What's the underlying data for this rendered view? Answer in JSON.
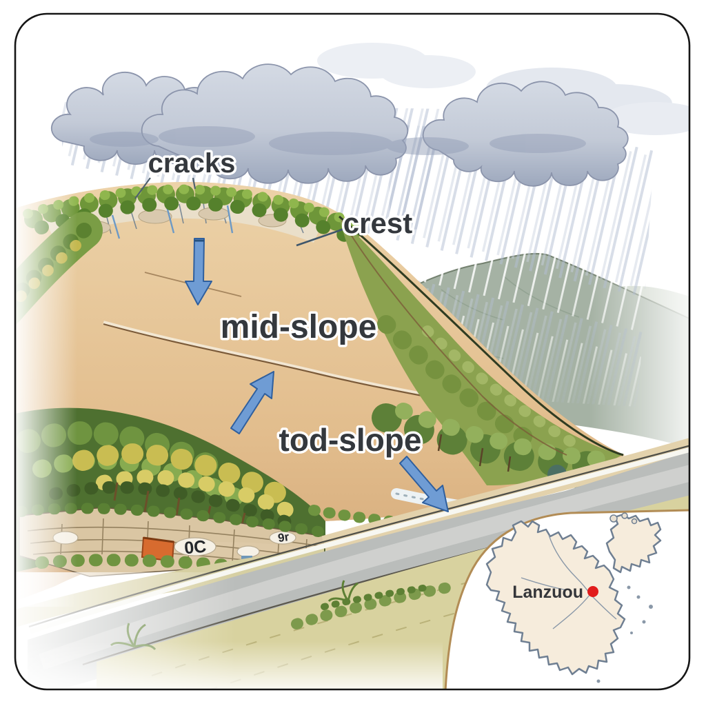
{
  "labels": {
    "cracks": "cracks",
    "crest": "crest",
    "mid_slope": "mid-slope",
    "toe_slope": "tod-slope"
  },
  "graffiti": {
    "mark_left": "0C",
    "mark_right": "9r"
  },
  "inset_map": {
    "place_label": "Lanzuou",
    "marker_color": "#e11c1c"
  },
  "icons": {
    "cloud": "rain-cloud-icon",
    "rain": "rain-streaks-icon",
    "arrow_down": "downslope-arrow-icon",
    "arrow_up": "upslope-arrow-icon",
    "arrow_toe": "toeslope-arrow-icon",
    "map_marker": "red-dot-marker-icon"
  },
  "palette": {
    "label_color": "#34383d",
    "arrow_fill": "#6f9cd4",
    "arrow_stroke": "#2f5f9e",
    "marker_red": "#e11c1c",
    "inset_border": "#b28c55",
    "map_fill": "#f6ecdc",
    "map_outline": "#6f7f92",
    "soil_light": "#ecd2a8",
    "soil_dark": "#d3a878",
    "cloud_fill": "#c3cad7",
    "road_gray": "#b9bcba",
    "frame_black": "#161616"
  }
}
